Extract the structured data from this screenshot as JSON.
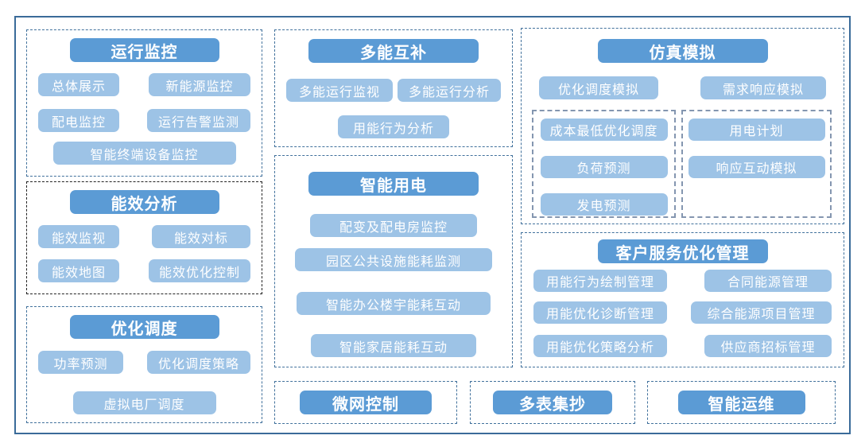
{
  "colors": {
    "header_bg": "#5b9bd5",
    "item_bg": "#9dc3e6",
    "text": "#ffffff",
    "dashed_border_blue": "#41719c",
    "dashed_border_dark": "#222222",
    "dashed_border_slate": "#8496b0",
    "outer_border": "#3a6b99"
  },
  "sections": {
    "operation_monitoring": {
      "title": "运行监控",
      "items": [
        "总体展示",
        "新能源监控",
        "配电监控",
        "运行告警监测",
        "智能终端设备监控"
      ]
    },
    "energy_efficiency": {
      "title": "能效分析",
      "items": [
        "能效监视",
        "能效对标",
        "能效地图",
        "能效优化控制"
      ]
    },
    "optimal_dispatch": {
      "title": "优化调度",
      "items": [
        "功率预测",
        "优化调度策略",
        "虚拟电厂调度"
      ]
    },
    "multi_energy": {
      "title": "多能互补",
      "items": [
        "多能运行监视",
        "多能运行分析",
        "用能行为分析"
      ]
    },
    "smart_power": {
      "title": "智能用电",
      "items": [
        "配变及配电房监控",
        "园区公共设施能耗监测",
        "智能办公楼宇能耗互动",
        "智能家居能耗互动"
      ]
    },
    "simulation": {
      "title": "仿真模拟",
      "items": [
        "优化调度模拟",
        "需求响应模拟"
      ],
      "sub_left": [
        "成本最低优化调度",
        "负荷预测",
        "发电预测"
      ],
      "sub_right": [
        "用电计划",
        "响应互动模拟"
      ]
    },
    "customer_service": {
      "title": "客户服务优化管理",
      "items": [
        "用能行为绘制管理",
        "合同能源管理",
        "用能优化诊断管理",
        "综合能源项目管理",
        "用能优化策略分析",
        "供应商招标管理"
      ]
    },
    "microgrid": {
      "title": "微网控制"
    },
    "meter_reading": {
      "title": "多表集抄"
    },
    "smart_om": {
      "title": "智能运维"
    }
  }
}
